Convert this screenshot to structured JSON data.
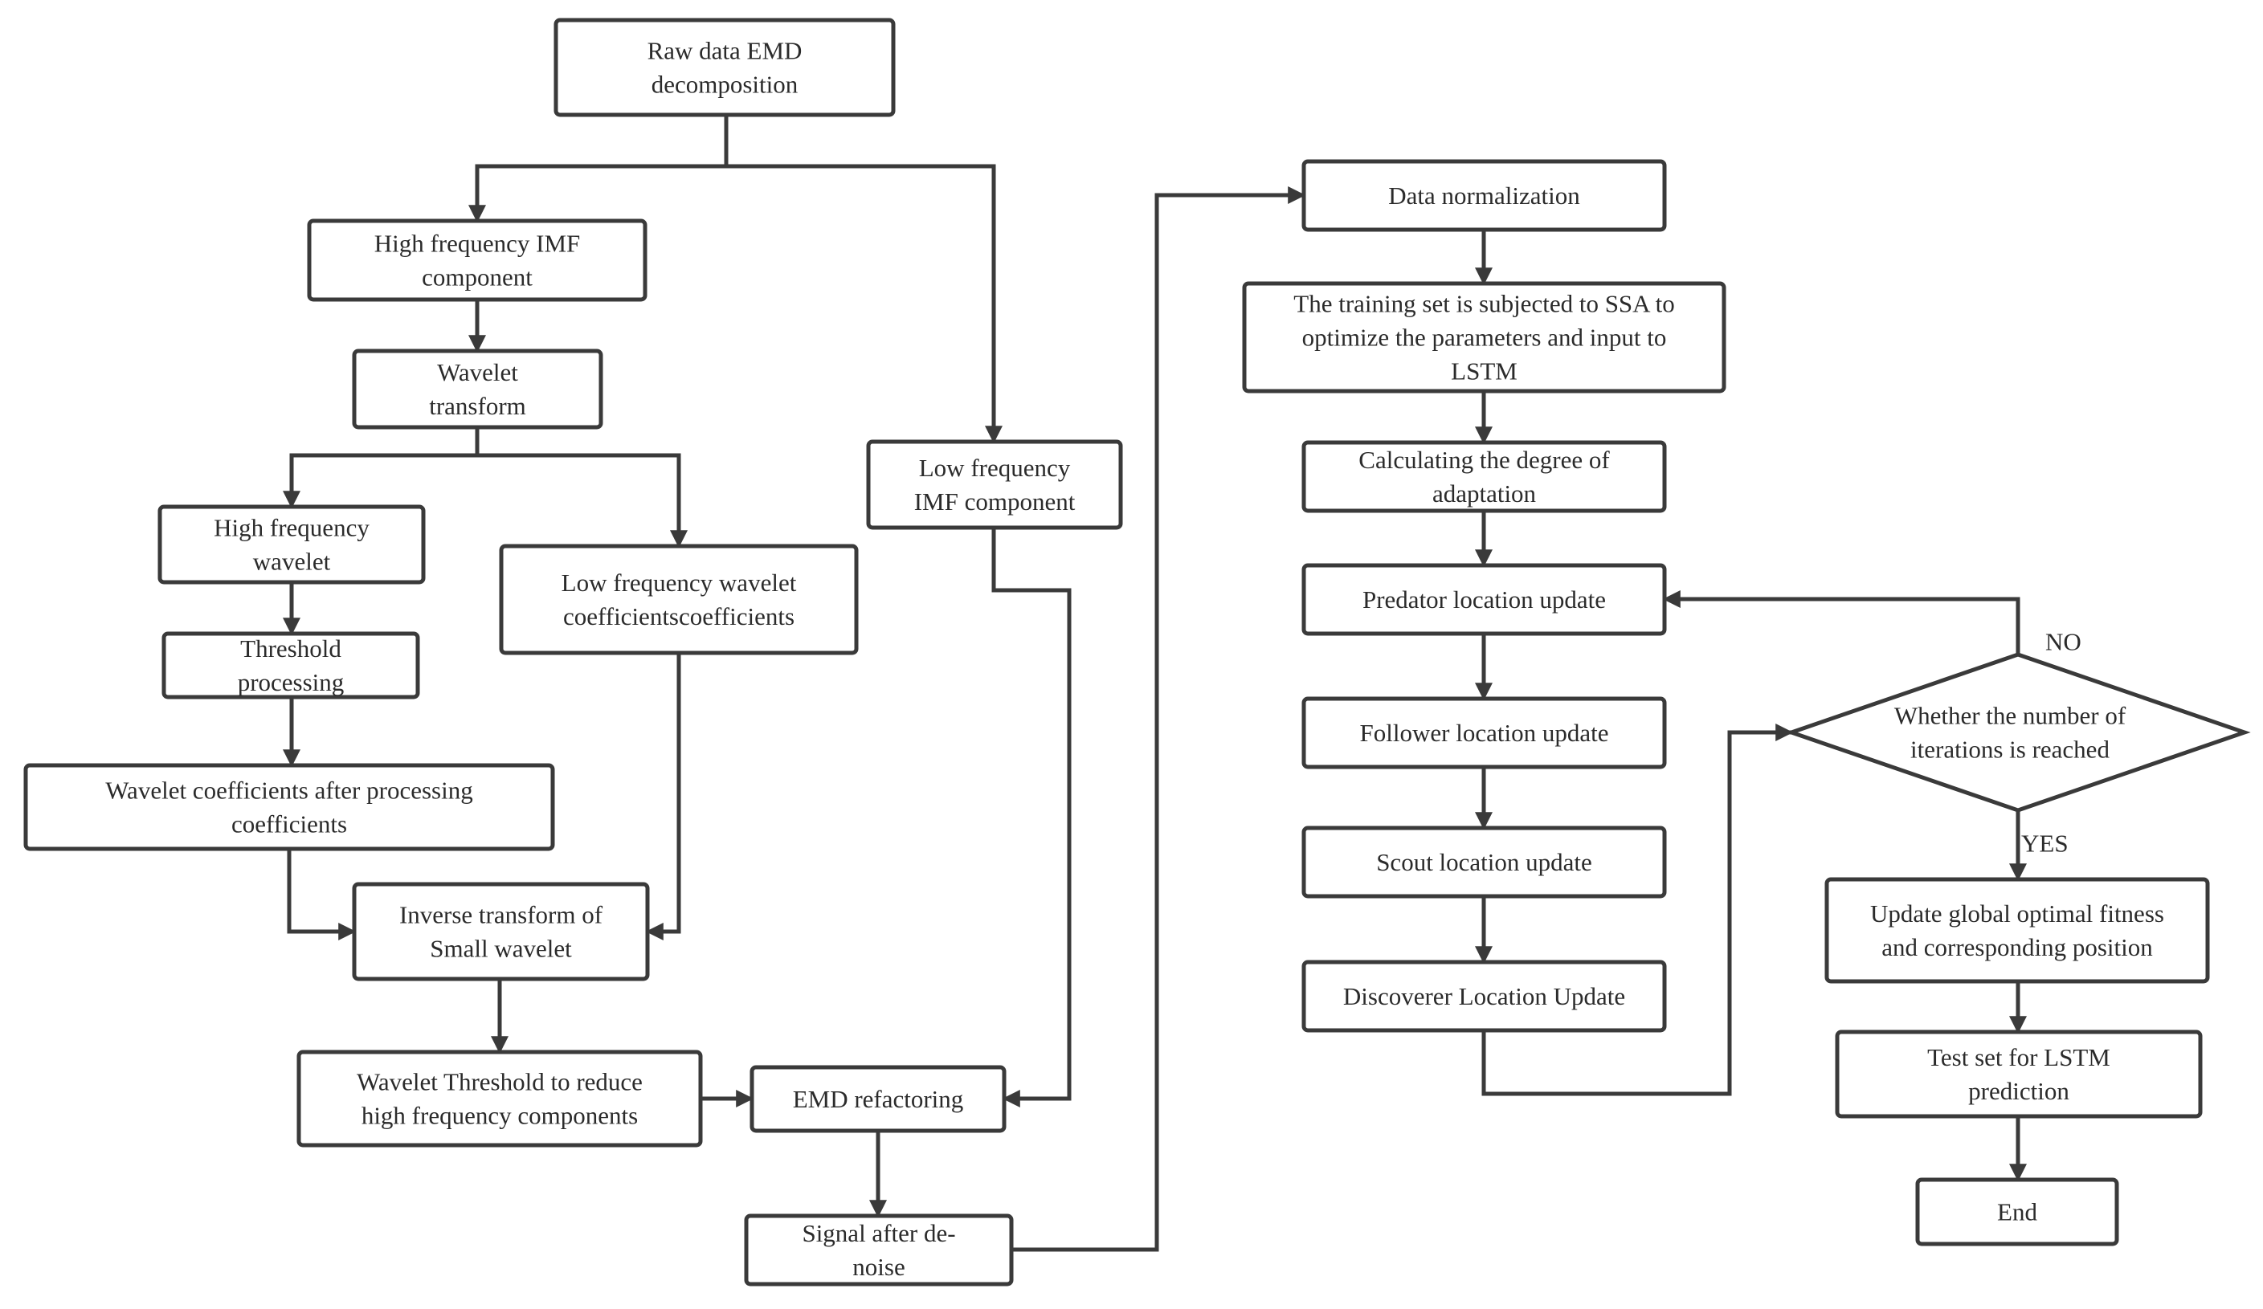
{
  "nodes": {
    "raw_emd": [
      "Raw data EMD",
      "decomposition"
    ],
    "high_imf": [
      "High frequency IMF",
      "component"
    ],
    "wavelet_transform": [
      "Wavelet",
      "transform"
    ],
    "high_wavelet": [
      "High frequency",
      "wavelet"
    ],
    "threshold": [
      "Threshold",
      "processing"
    ],
    "coeff_after": [
      "Wavelet coefficients after processing",
      "coefficients"
    ],
    "low_wavelet": [
      "Low frequency wavelet",
      "coefficientscoefficients"
    ],
    "inverse": [
      "Inverse  transform of",
      "Small  wavelet"
    ],
    "wavelet_threshold": [
      "Wavelet Threshold to reduce",
      "high frequency components"
    ],
    "low_imf": [
      "Low frequency",
      "IMF component"
    ],
    "emd_refactor": [
      "EMD refactoring"
    ],
    "signal_denoise": [
      "Signal after de-",
      "noise"
    ],
    "normalization": [
      "Data normalization"
    ],
    "training": [
      "The training set is subjected to SSA to",
      "optimize the parameters and input to",
      "LSTM"
    ],
    "adaptation": [
      "Calculating the degree of",
      "adaptation"
    ],
    "predator": [
      "Predator location update"
    ],
    "follower": [
      "Follower location update"
    ],
    "scout": [
      "Scout location update"
    ],
    "discoverer": [
      "Discoverer Location Update"
    ],
    "iterations": [
      "Whether the number of",
      "iterations is reached"
    ],
    "update_global": [
      "Update global optimal fitness",
      "and corresponding position"
    ],
    "test_set": [
      "Test set for LSTM",
      "prediction"
    ],
    "end": [
      "End"
    ]
  },
  "edge_labels": {
    "no": "NO",
    "yes": "YES"
  },
  "colors": {
    "stroke": "#3a3a3a",
    "text": "#2b2b2b",
    "background": "#ffffff"
  }
}
